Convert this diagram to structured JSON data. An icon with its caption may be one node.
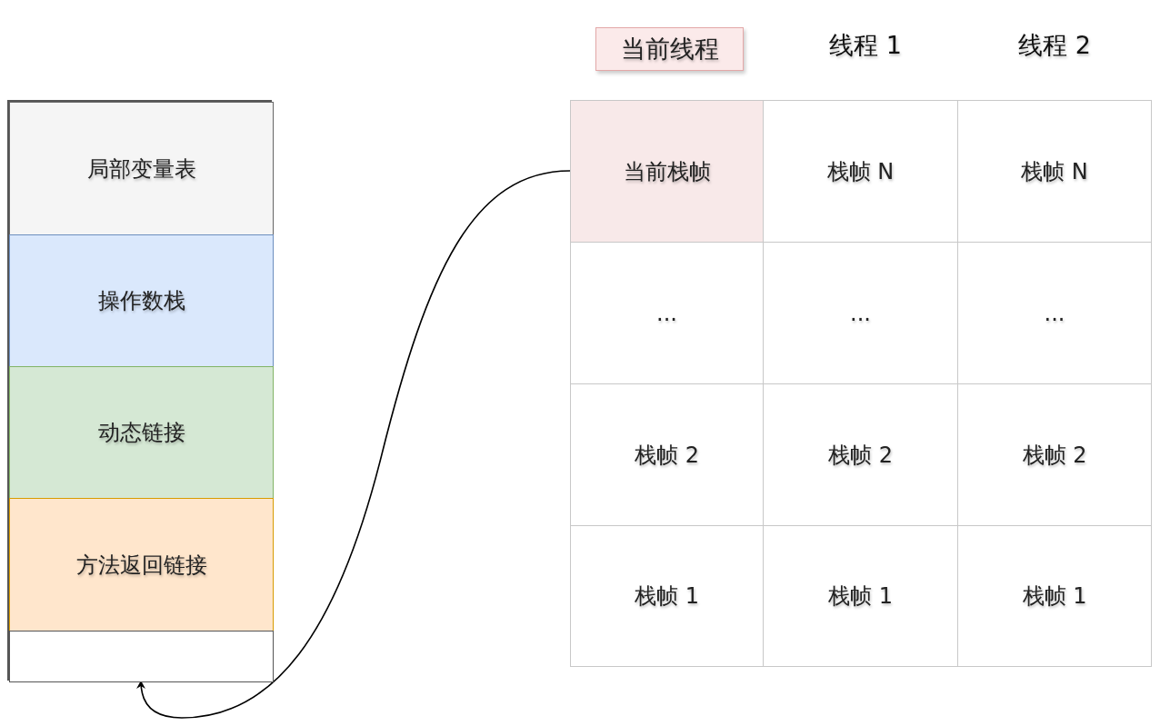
{
  "diagram": {
    "nodes": [
      {
        "text": [],
        "shape": "box"
      },
      {
        "text": [
          "局部变量表"
        ],
        "in": 0
      },
      {
        "text": [
          "操作数栈"
        ],
        "in": 0
      },
      {
        "text": [
          "动态链接"
        ],
        "in": 0
      },
      {
        "text": [
          "方法返回链接"
        ],
        "in": 0
      },
      {
        "text": [],
        "shape": "box",
        "in": 0
      },
      {
        "text": [
          "当前线程"
        ]
      },
      {
        "text": [
          "当前栈帧"
        ]
      },
      {
        "text": [
          "栈帧 N"
        ]
      },
      {
        "text": [
          "栈帧 N"
        ]
      },
      {
        "text": [
          "..."
        ]
      },
      {
        "text": [
          "..."
        ]
      },
      {
        "text": [
          "..."
        ]
      },
      {
        "text": [
          "栈帧 2"
        ]
      },
      {
        "text": [
          "栈帧 2"
        ]
      },
      {
        "text": [
          "栈帧 2"
        ]
      },
      {
        "text": [
          "栈帧 1"
        ]
      },
      {
        "text": [
          "栈帧 1"
        ]
      },
      {
        "text": [
          "栈帧 1"
        ]
      }
    ],
    "edges": [
      {
        "from": 7,
        "to": 0,
        "arrow": "to"
      }
    ],
    "labels": [
      "线程 1",
      "线程 2"
    ]
  }
}
